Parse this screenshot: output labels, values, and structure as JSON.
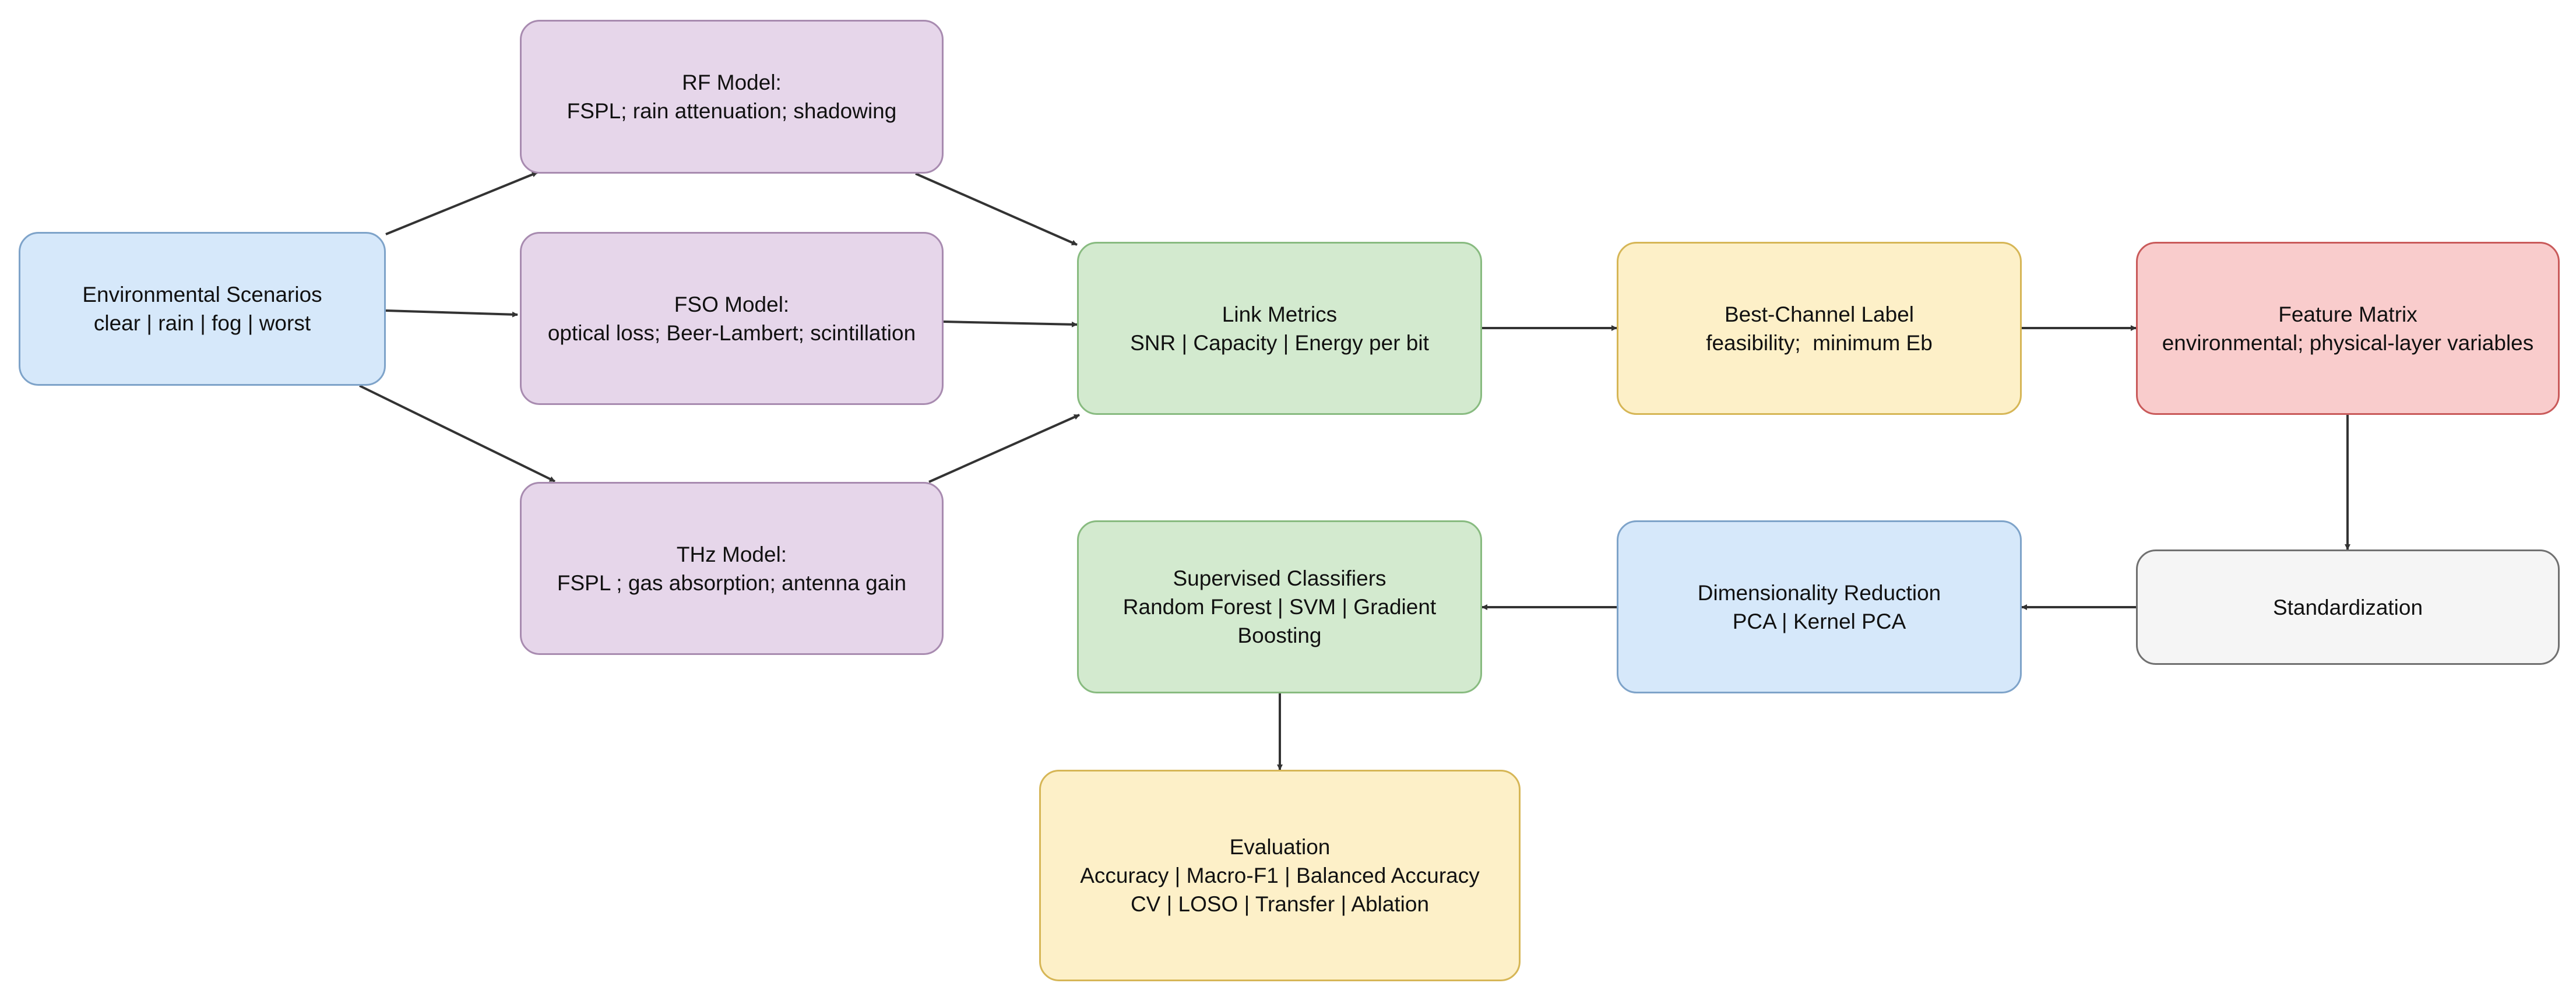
{
  "nodes": {
    "env": {
      "lines": [
        "Environmental Scenarios",
        "clear | rain | fog | worst"
      ]
    },
    "rf": {
      "lines": [
        "RF Model:",
        "FSPL; rain attenuation; shadowing"
      ]
    },
    "fso": {
      "lines": [
        "FSO Model:",
        "optical loss; Beer-Lambert; scintillation"
      ]
    },
    "thz": {
      "lines": [
        "THz Model:",
        "FSPL ; gas absorption; antenna gain"
      ]
    },
    "link": {
      "lines": [
        "Link Metrics",
        "SNR | Capacity | Energy per bit"
      ]
    },
    "best": {
      "lines": [
        "Best-Channel Label",
        "feasibility;  minimum Eb"
      ]
    },
    "feat": {
      "lines": [
        "Feature Matrix",
        "environmental; physical-layer variables"
      ]
    },
    "std": {
      "lines": [
        "Standardization"
      ]
    },
    "dim": {
      "lines": [
        "Dimensionality Reduction",
        "PCA | Kernel PCA"
      ]
    },
    "sup": {
      "lines": [
        "Supervised Classifiers",
        "Random Forest | SVM | Gradient",
        "Boosting"
      ]
    },
    "eval": {
      "lines": [
        "Evaluation",
        "Accuracy | Macro-F1 | Balanced Accuracy",
        "CV | LOSO | Transfer | Ablation"
      ]
    }
  },
  "edges": [
    {
      "from": "env",
      "to": "rf"
    },
    {
      "from": "env",
      "to": "fso"
    },
    {
      "from": "env",
      "to": "thz"
    },
    {
      "from": "rf",
      "to": "link"
    },
    {
      "from": "fso",
      "to": "link"
    },
    {
      "from": "thz",
      "to": "link"
    },
    {
      "from": "link",
      "to": "best"
    },
    {
      "from": "best",
      "to": "feat"
    },
    {
      "from": "feat",
      "to": "std"
    },
    {
      "from": "std",
      "to": "dim"
    },
    {
      "from": "dim",
      "to": "sup"
    },
    {
      "from": "sup",
      "to": "eval"
    }
  ],
  "colors": {
    "edge": "#333333"
  }
}
